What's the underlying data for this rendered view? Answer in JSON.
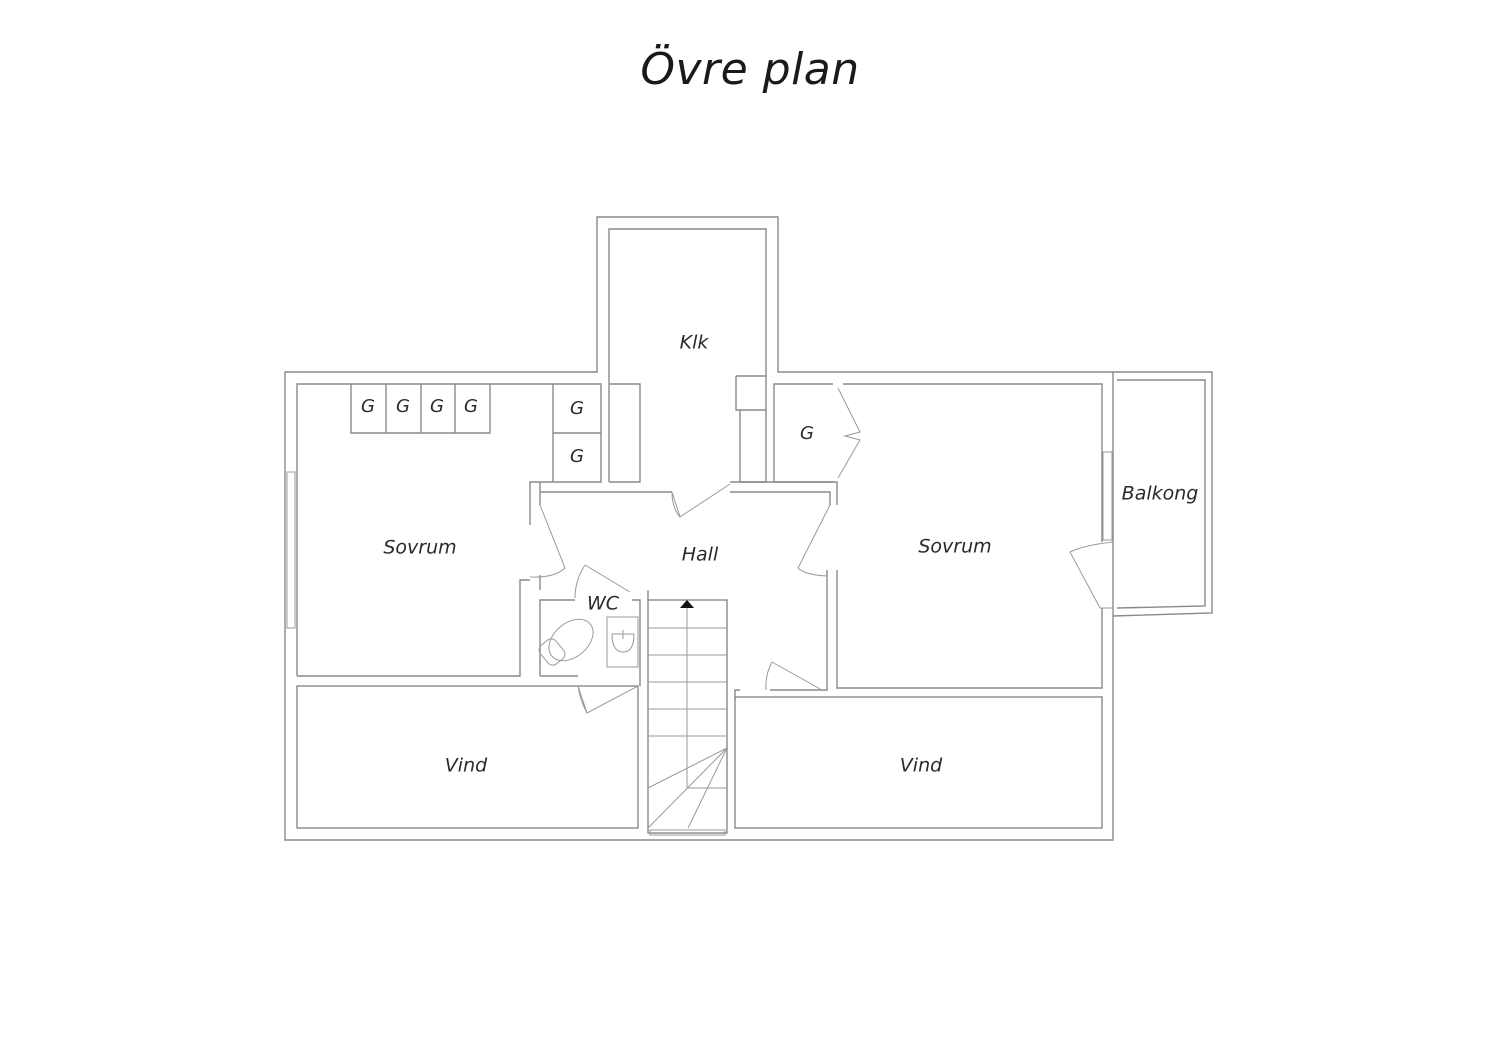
{
  "title": "Övre plan",
  "rooms": {
    "klk": "Klk",
    "sovrum_left": "Sovrum",
    "hall": "Hall",
    "sovrum_right": "Sovrum",
    "balkong": "Balkong",
    "wc": "WC",
    "vind_left": "Vind",
    "vind_right": "Vind"
  },
  "closets": {
    "top_row": [
      "G",
      "G",
      "G",
      "G"
    ],
    "right_column": [
      "G",
      "G"
    ],
    "hall_closet": "G"
  },
  "stairs": {
    "direction": "up"
  }
}
